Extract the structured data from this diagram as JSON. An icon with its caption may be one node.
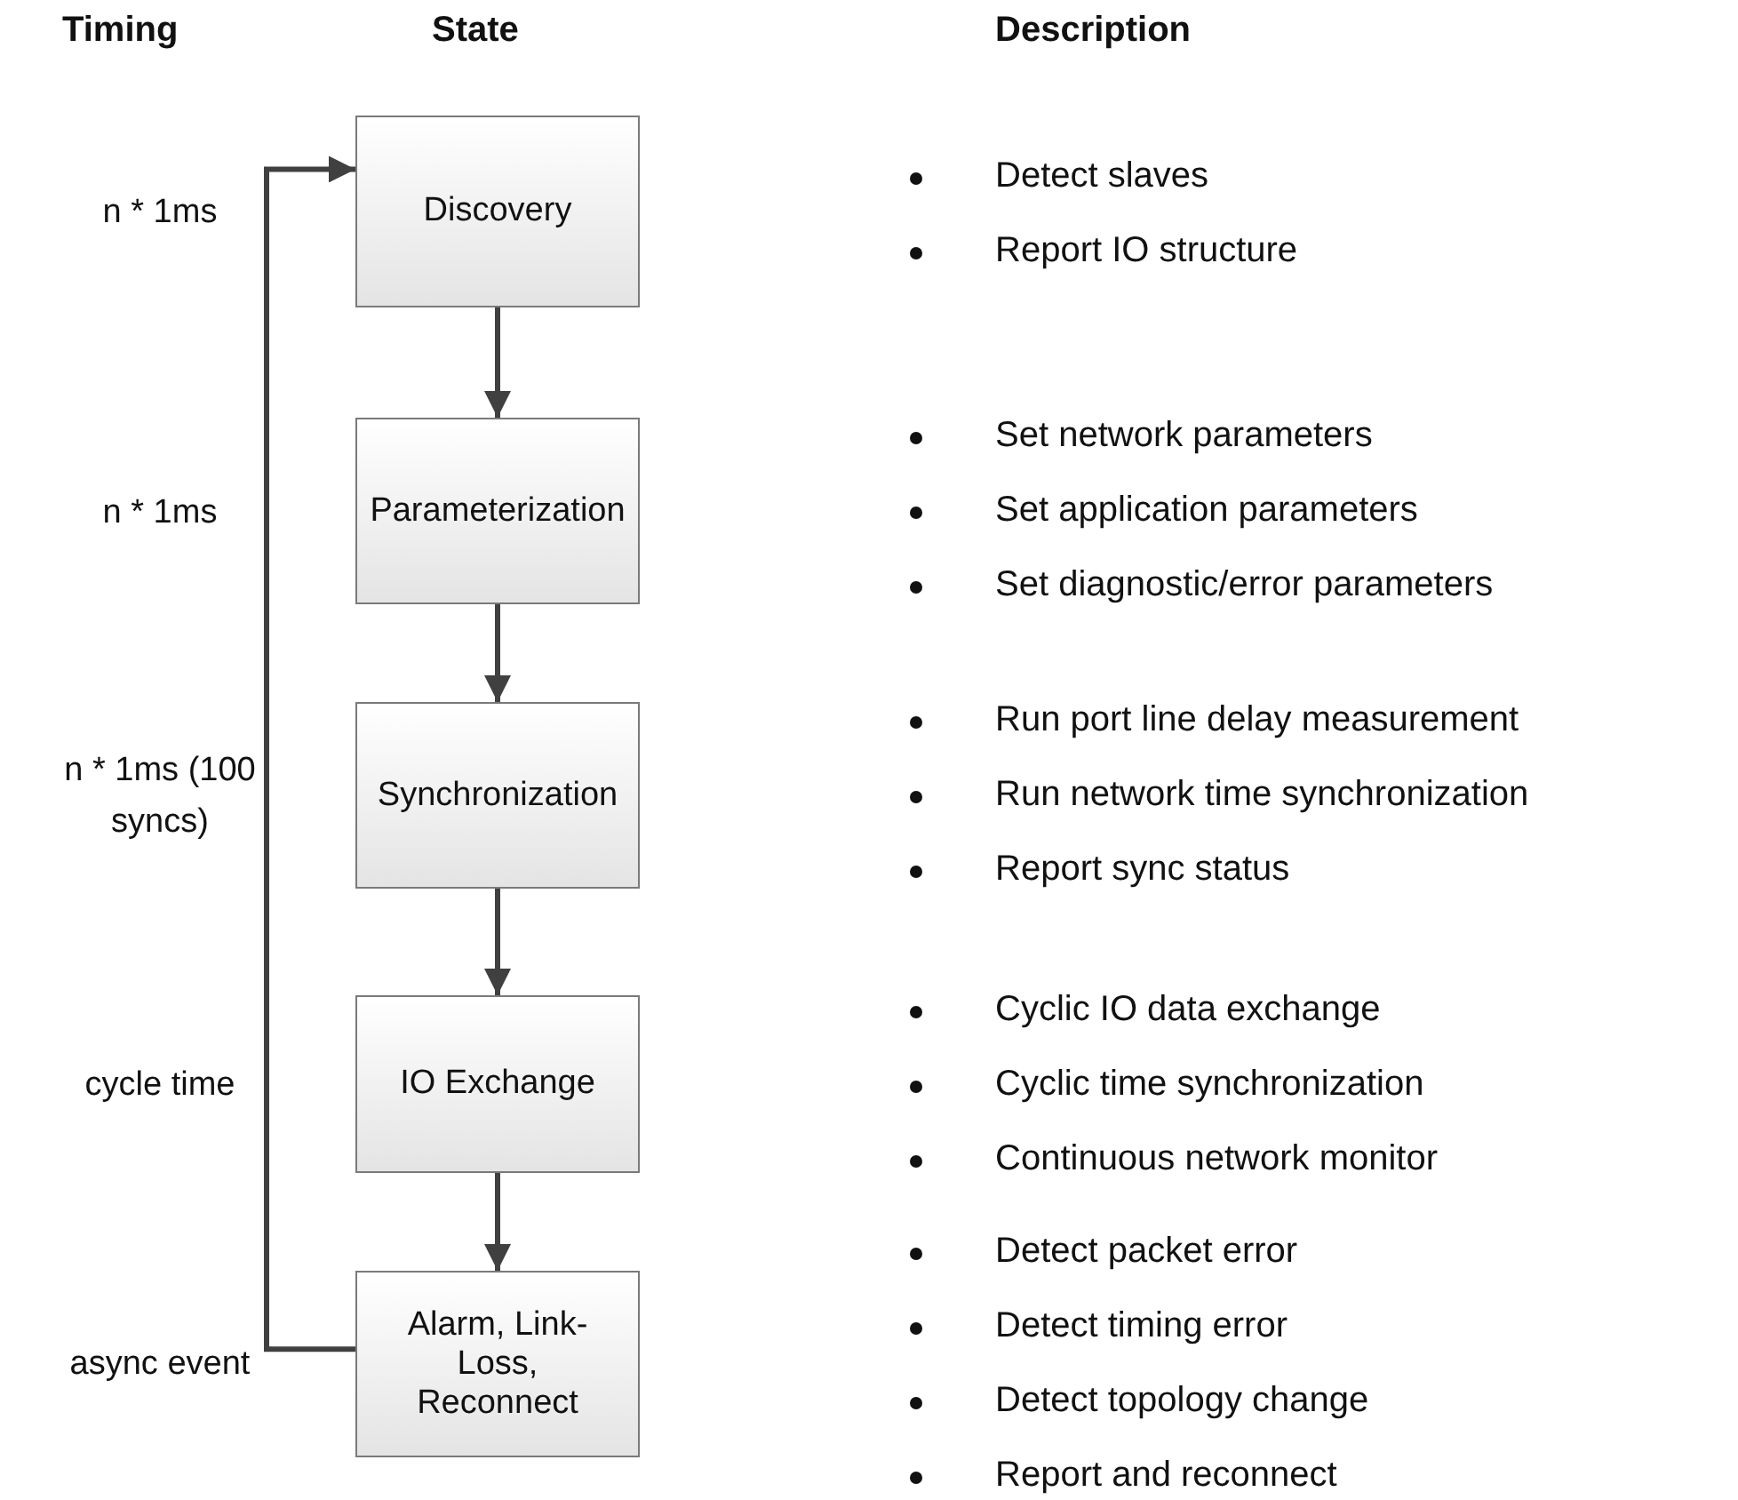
{
  "diagram": {
    "nodes": [
      {
        "text": [
          "Discovery"
        ],
        "beside": [
          "Detect slaves",
          "Report IO structure"
        ]
      },
      {
        "text": [
          "Parameterization"
        ],
        "beside": [
          "Set network parameters",
          "Set application parameters",
          "Set diagnostic/error parameters"
        ]
      },
      {
        "text": [
          "Synchronization"
        ],
        "beside": [
          "Run port line delay measurement",
          "Run network time synchronization",
          "Report sync status"
        ]
      },
      {
        "text": [
          "IO Exchange"
        ],
        "beside": [
          "Cyclic IO data exchange",
          "Cyclic time synchronization",
          "Continuous network monitor"
        ]
      },
      {
        "text": [
          "Alarm, Link-Loss, Reconnect"
        ],
        "beside": [
          "Detect packet error",
          "Detect timing error",
          "Detect topology change",
          "Report and reconnect"
        ]
      }
    ],
    "edges": [
      {
        "from": 0,
        "to": 1,
        "arrow": "to"
      },
      {
        "from": 1,
        "to": 2,
        "arrow": "to"
      },
      {
        "from": 2,
        "to": 3,
        "arrow": "to"
      },
      {
        "from": 3,
        "to": 4,
        "arrow": "to"
      },
      {
        "from": 4,
        "to": 0,
        "arrow": "to"
      }
    ],
    "labels": [
      "Timing",
      "State",
      "Description",
      "n * 1ms",
      "n * 1ms",
      "n * 1ms (100 syncs)",
      "cycle time",
      "async event"
    ]
  }
}
